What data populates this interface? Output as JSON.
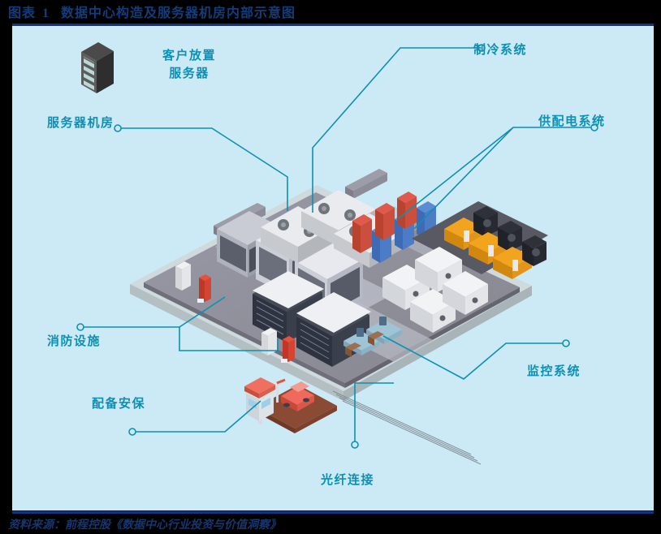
{
  "figure": {
    "label": "图表",
    "number": "1",
    "title": "数据中心构造及服务器机房内部示意图",
    "source": "资料来源：前程控股《数据中心行业投资与价值洞察》",
    "accent_navy": "#14357e",
    "accent_teal": "#0d90b4",
    "canvas_bg": "#cbeaf5"
  },
  "diagram": {
    "type": "isometric-datacenter-schematic",
    "icon_label": "server-cabinet-icon",
    "annotations": [
      {
        "id": "client-servers",
        "name": "客户放置服务器",
        "line1": "客户放置",
        "line2": "服务器"
      },
      {
        "id": "server-room",
        "name": "服务器机房"
      },
      {
        "id": "cooling-system",
        "name": "制冷系统"
      },
      {
        "id": "power-system",
        "name": "供配电系统"
      },
      {
        "id": "fire-protection",
        "name": "消防设施"
      },
      {
        "id": "security-staff",
        "name": "配备安保"
      },
      {
        "id": "monitoring",
        "name": "监控系统"
      },
      {
        "id": "fiber-link",
        "name": "光纤连接"
      }
    ]
  }
}
